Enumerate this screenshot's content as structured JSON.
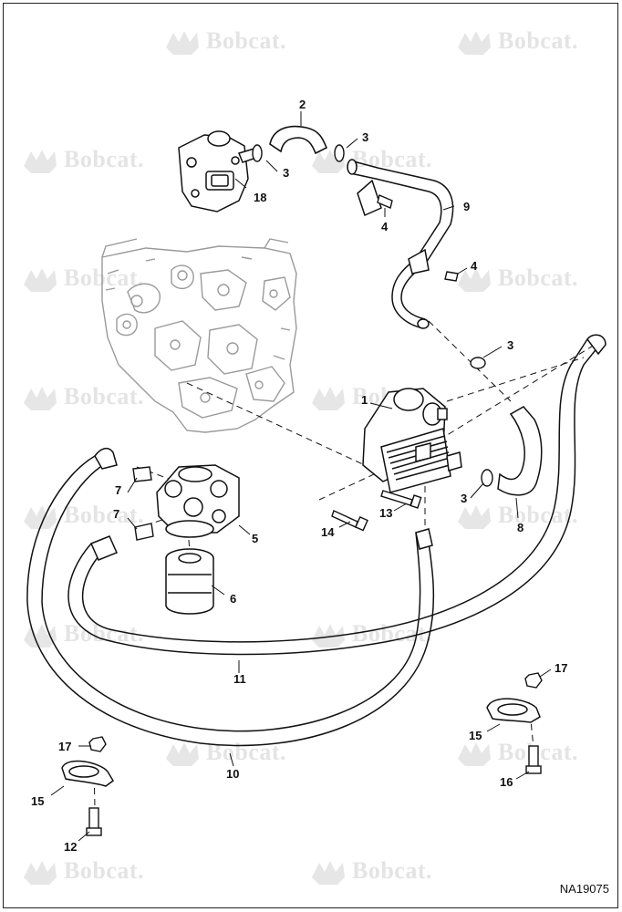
{
  "watermark": "Bobcat.",
  "drawing_number": "NA19075",
  "callouts": [
    "1",
    "2",
    "3",
    "3",
    "3",
    "3",
    "4",
    "4",
    "5",
    "6",
    "7",
    "7",
    "8",
    "9",
    "10",
    "11",
    "12",
    "13",
    "14",
    "15",
    "15",
    "16",
    "17",
    "17",
    "18"
  ],
  "colors": {
    "line": "#111111",
    "watermark": "#e4e4e4",
    "engine": "#9a9a9a"
  }
}
